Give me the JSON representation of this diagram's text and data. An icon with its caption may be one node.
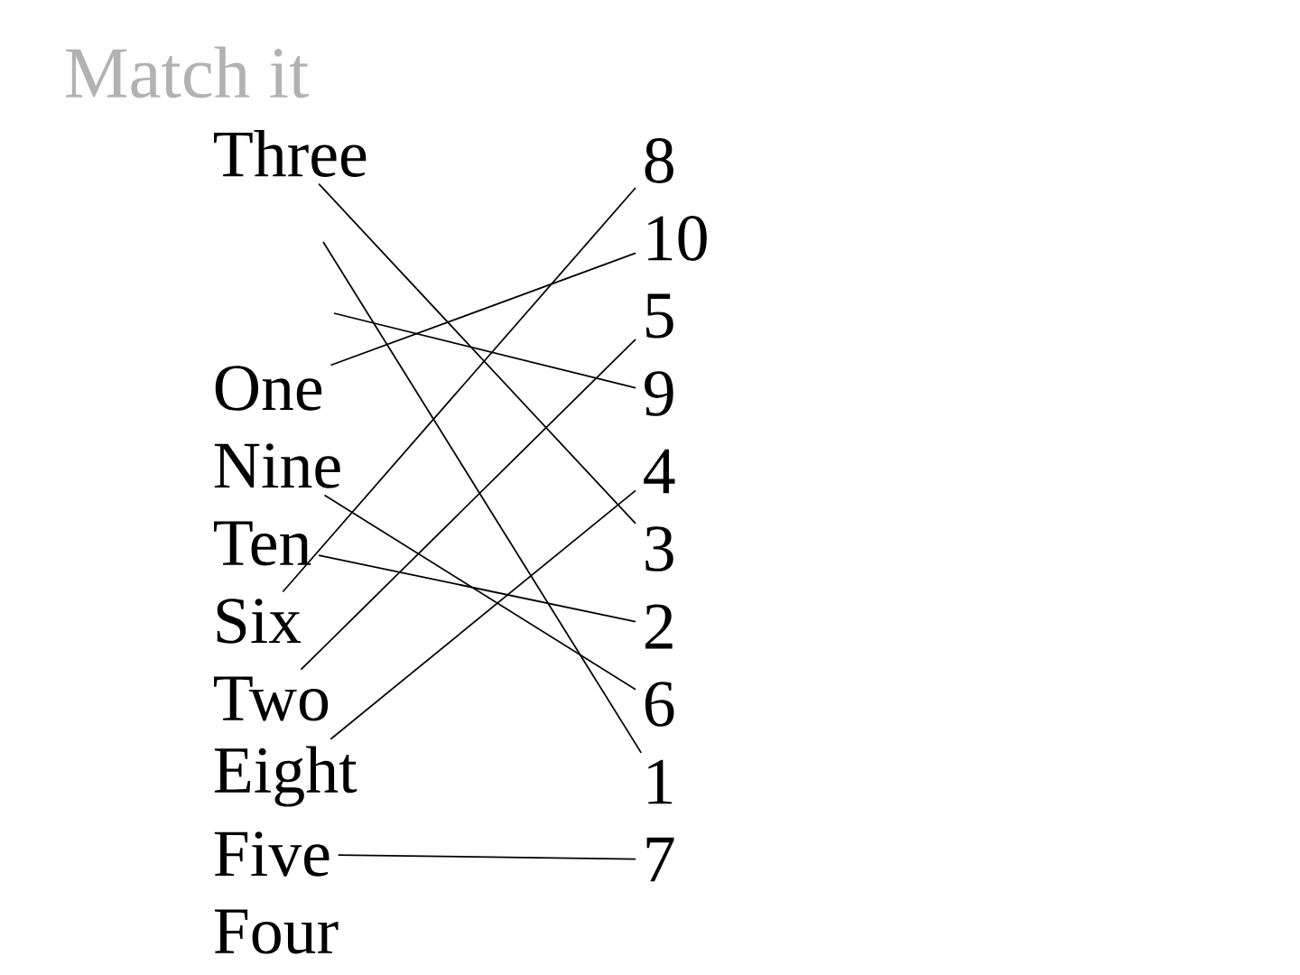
{
  "diagram": {
    "title": "Match it",
    "nodes": [
      {
        "text": [
          "Three"
        ]
      },
      {
        "text": [
          "One"
        ]
      },
      {
        "text": [
          "Nine"
        ]
      },
      {
        "text": [
          "Ten"
        ]
      },
      {
        "text": [
          "Six"
        ]
      },
      {
        "text": [
          "Two"
        ]
      },
      {
        "text": [
          "Eight"
        ]
      },
      {
        "text": [
          "Five"
        ]
      },
      {
        "text": [
          "Four"
        ]
      },
      {
        "text": [
          "8"
        ]
      },
      {
        "text": [
          "10"
        ]
      },
      {
        "text": [
          "5"
        ]
      },
      {
        "text": [
          "9"
        ]
      },
      {
        "text": [
          "4"
        ]
      },
      {
        "text": [
          "3"
        ]
      },
      {
        "text": [
          "2"
        ]
      },
      {
        "text": [
          "6"
        ]
      },
      {
        "text": [
          "1"
        ]
      },
      {
        "text": [
          "7"
        ]
      }
    ],
    "edges": [
      {
        "from": 0,
        "to": 14,
        "arrow": "none"
      },
      {
        "from": null,
        "to": 17,
        "arrow": "none"
      },
      {
        "from": null,
        "to": 12,
        "arrow": "none"
      },
      {
        "from": 1,
        "to": 10,
        "arrow": "none"
      },
      {
        "from": 2,
        "to": 16,
        "arrow": "none"
      },
      {
        "from": 3,
        "to": 15,
        "arrow": "none"
      },
      {
        "from": 4,
        "to": 9,
        "arrow": "none"
      },
      {
        "from": 5,
        "to": 11,
        "arrow": "none"
      },
      {
        "from": 6,
        "to": 13,
        "arrow": "none"
      },
      {
        "from": 7,
        "to": 18,
        "arrow": "none"
      }
    ]
  }
}
